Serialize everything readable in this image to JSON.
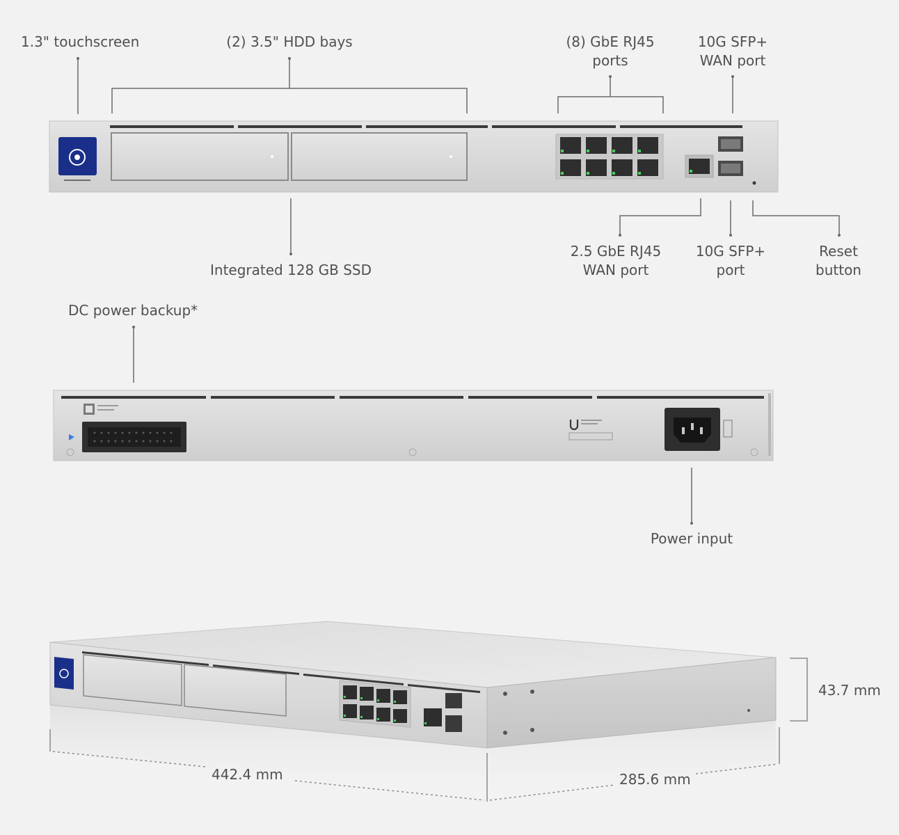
{
  "colors": {
    "background": "#f2f2f2",
    "chassis": "#d9d9d9",
    "chassis_top": "#e6e6e6",
    "port_dark": "#2e2e2e",
    "port_led": "#47d35a",
    "screen": "#1a2f8a",
    "leader": "#6a6a6a"
  },
  "front_labels": {
    "touchscreen": "1.3\" touchscreen",
    "hdd_bays": "(2) 3.5\" HDD bays",
    "gbe_ports": [
      "(8) GbE RJ45",
      "ports"
    ],
    "sfp_wan": [
      "10G SFP+",
      "WAN port"
    ],
    "ssd": "Integrated 128 GB SSD",
    "wan_25": [
      "2.5 GbE RJ45",
      "WAN port"
    ],
    "sfp_port": [
      "10G SFP+",
      "port"
    ],
    "reset": [
      "Reset",
      "button"
    ]
  },
  "rear_labels": {
    "dc_backup": "DC power backup*",
    "power_input": "Power input"
  },
  "dimensions": {
    "width": "442.4 mm",
    "depth": "285.6 mm",
    "height": "43.7 mm"
  },
  "icons": [
    "touchscreen-icon",
    "ubiquiti-logo-icon",
    "qr-code-icon",
    "power-socket-icon"
  ]
}
